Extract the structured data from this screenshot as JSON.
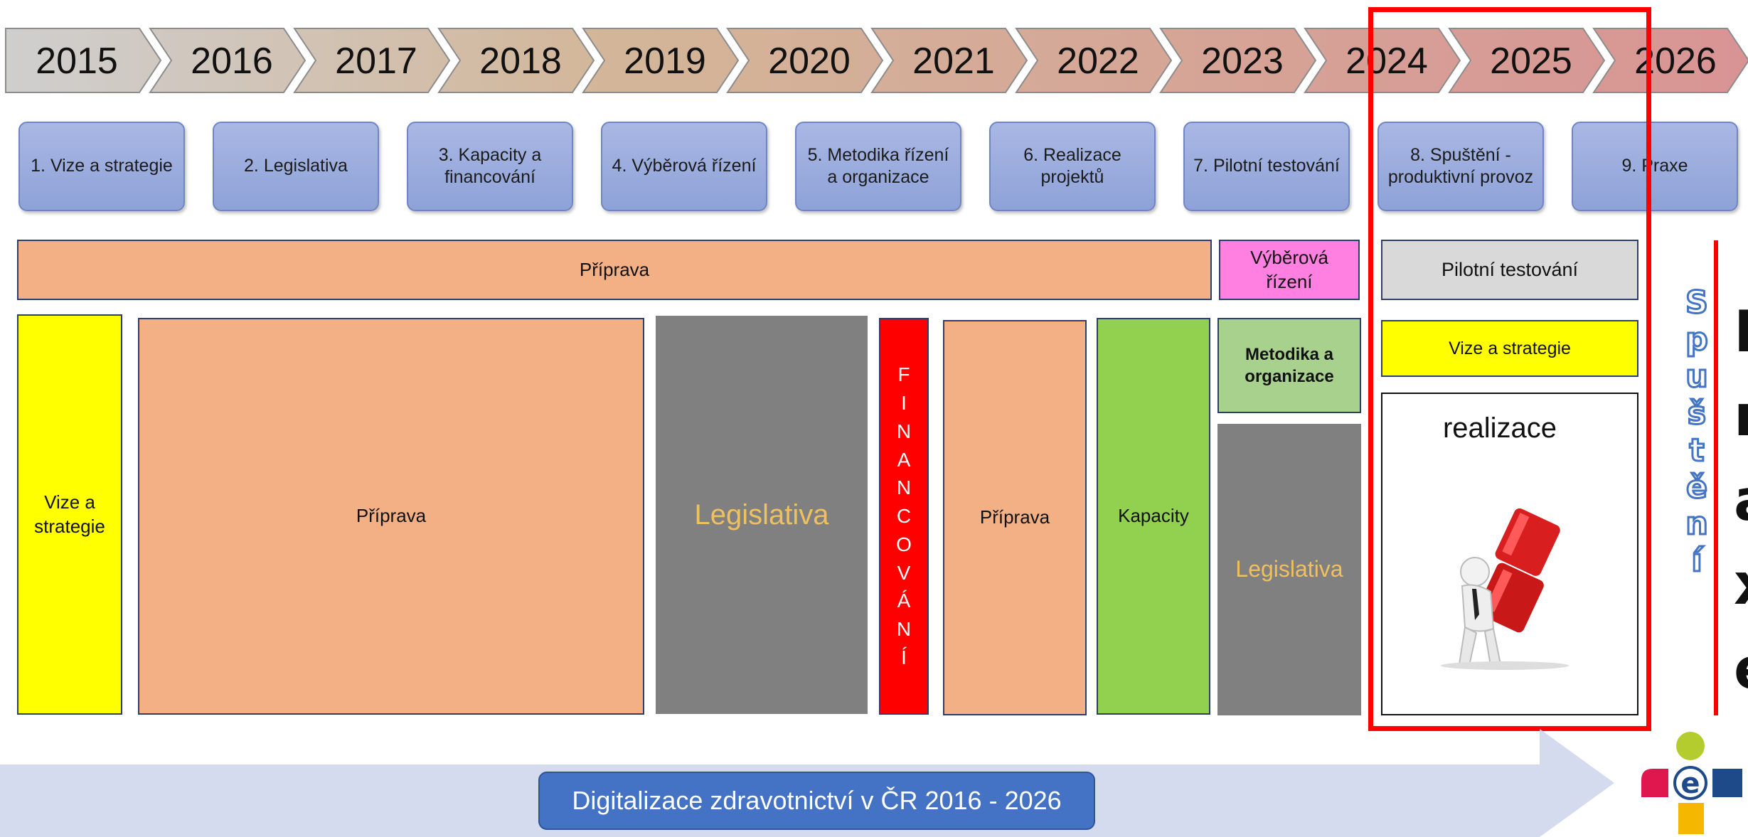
{
  "years": [
    "2015",
    "2016",
    "2017",
    "2018",
    "2019",
    "2020",
    "2021",
    "2022",
    "2023",
    "2024",
    "2025",
    "2026"
  ],
  "colors": {
    "chevron_gradient": [
      "#cfcfcf",
      "#d3b699",
      "#d89494"
    ],
    "phase_box": "#9aabdf",
    "priprava": "#f2b084",
    "vize": "#ffff00",
    "legislativa": "#808080",
    "legislativa_text": "#f0c060",
    "financovani": "#ff0000",
    "kapacity": "#92d050",
    "vyberova": "#ff80e0",
    "metodika": "#a9d18e",
    "pilotni": "#d9d9d9",
    "highlight_frame": "#ff0000",
    "bottom_arrow": "#d5dbee",
    "banner": "#4472c4"
  },
  "phases": [
    {
      "label": "1. Vize a strategie"
    },
    {
      "label": "2. Legislativa"
    },
    {
      "label": "3. Kapacity a financování"
    },
    {
      "label": "4. Výběrová řízení"
    },
    {
      "label": "5. Metodika řízení a organizace"
    },
    {
      "label": "6. Realizace projektů"
    },
    {
      "label": "7. Pilotní testování"
    },
    {
      "label": "8. Spuštění - produktivní provoz"
    },
    {
      "label": "9. Praxe"
    }
  ],
  "blocks": {
    "priprava_wide": "Příprava",
    "vyberova_rizeni": "Výběrová řízení",
    "pilotni_testovani": "Pilotní testování",
    "vize_a_strategie_left": "Vize a strategie",
    "priprava_large": "Příprava",
    "legislativa_large": "Legislativa",
    "financovani_letters": [
      "F",
      "I",
      "N",
      "A",
      "N",
      "C",
      "O",
      "V",
      "Á",
      "N",
      "Í"
    ],
    "priprava_small": "Příprava",
    "kapacity": "Kapacity",
    "metodika": "Metodika a organizace",
    "legislativa_small": "Legislativa",
    "vize_a_strategie_right": "Vize a strategie",
    "realizace": "realizace"
  },
  "spusteni_letters": [
    "S",
    "p",
    "u",
    "š",
    "t",
    "ě",
    "n",
    "í"
  ],
  "cut_letters": [
    "I",
    "n",
    "a",
    "x",
    "e"
  ],
  "bottom_banner": "Digitalizace zdravotnictví v ČR 2016 - 2026",
  "icons": {
    "worker": "person-carrying-red-letters-icon",
    "logo": "nemocnice-logo-icon"
  }
}
